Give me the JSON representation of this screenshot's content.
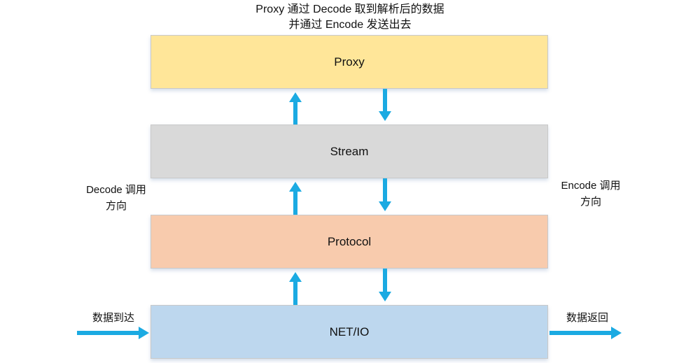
{
  "title": {
    "line1": "Proxy 通过 Decode 取到解析后的数据",
    "line2": "并通过 Encode 发送出去"
  },
  "layers": [
    {
      "label": "Proxy",
      "fill": "#FFE699"
    },
    {
      "label": "Stream",
      "fill": "#D9D9D9"
    },
    {
      "label": "Protocol",
      "fill": "#F8CBAD"
    },
    {
      "label": "NET/IO",
      "fill": "#BDD7EE"
    }
  ],
  "side_labels": {
    "decode": {
      "line1": "Decode 调用",
      "line2": "方向"
    },
    "encode": {
      "line1": "Encode 调用",
      "line2": "方向"
    }
  },
  "flow_labels": {
    "inbound": "数据到达",
    "outbound": "数据返回"
  },
  "colors": {
    "arrow": "#1BAAE2"
  }
}
